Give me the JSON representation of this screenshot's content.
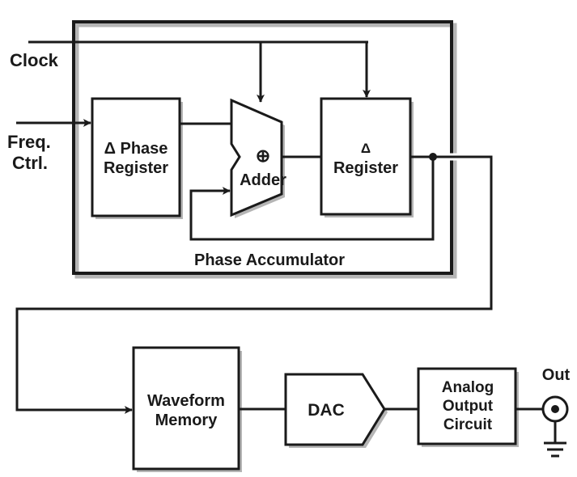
{
  "labels": {
    "clock": "Clock",
    "freq_line1": "Freq.",
    "freq_line2": "Ctrl.",
    "delta_phase_register_line1": "Δ Phase",
    "delta_phase_register_line2": "Register",
    "adder_symbol": "⊕",
    "adder": "Adder",
    "delta_register_line1": "Δ",
    "delta_register_line2": "Register",
    "phase_accumulator": "Phase Accumulator",
    "waveform_memory_line1": "Waveform",
    "waveform_memory_line2": "Memory",
    "dac": "DAC",
    "analog_output_line1": "Analog",
    "analog_output_line2": "Output",
    "analog_output_line3": "Circuit",
    "out": "Out"
  },
  "colors": {
    "stroke": "#1a1a1a",
    "shadow": "#b5b5b5",
    "background": "#ffffff"
  }
}
